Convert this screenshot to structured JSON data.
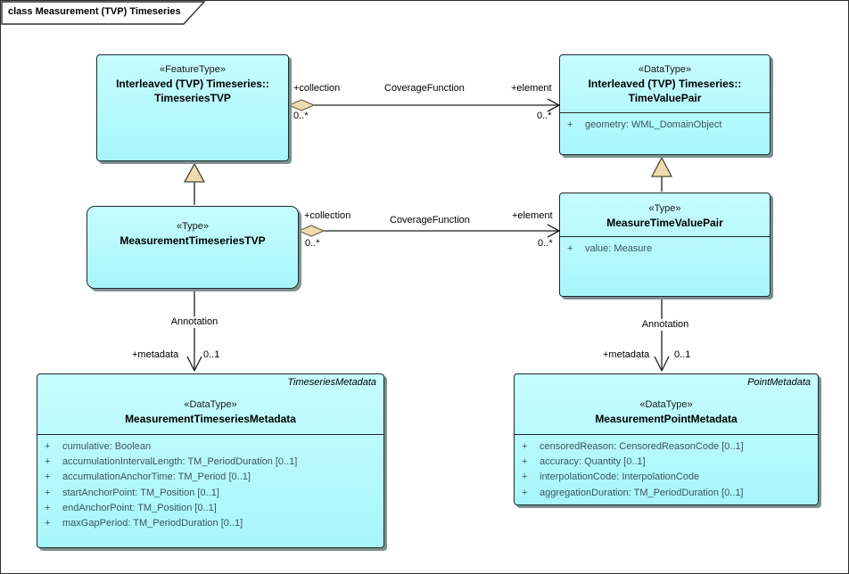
{
  "frame": {
    "title": "class Measurement (TVP) Timeseries"
  },
  "classes": {
    "timeseries_tvp": {
      "stereotype": "«FeatureType»",
      "name_lines": [
        "Interleaved (TVP) Timeseries::",
        "TimeseriesTVP"
      ]
    },
    "time_value_pair": {
      "stereotype": "«DataType»",
      "name_lines": [
        "Interleaved (TVP) Timeseries::",
        "TimeValuePair"
      ],
      "attributes": [
        {
          "vis": "+",
          "text": "geometry: WML_DomainObject"
        }
      ]
    },
    "measurement_timeseries_tvp": {
      "stereotype": "«Type»",
      "name_lines": [
        "MeasurementTimeseriesTVP"
      ]
    },
    "measure_time_value_pair": {
      "stereotype": "«Type»",
      "name_lines": [
        "MeasureTimeValuePair"
      ],
      "attributes": [
        {
          "vis": "+",
          "text": "value: Measure"
        }
      ]
    },
    "measurement_timeseries_metadata": {
      "corner_label": "TimeseriesMetadata",
      "stereotype": "«DataType»",
      "name_lines": [
        "MeasurementTimeseriesMetadata"
      ],
      "attributes": [
        {
          "vis": "+",
          "text": "cumulative: Boolean"
        },
        {
          "vis": "+",
          "text": "accumulationIntervalLength: TM_PeriodDuration [0..1]"
        },
        {
          "vis": "+",
          "text": "accumulationAnchorTime: TM_Period [0..1]"
        },
        {
          "vis": "+",
          "text": "startAnchorPoint: TM_Position [0..1]"
        },
        {
          "vis": "+",
          "text": "endAnchorPoint: TM_Position [0..1]"
        },
        {
          "vis": "+",
          "text": "maxGapPeriod: TM_PeriodDuration [0..1]"
        }
      ]
    },
    "measurement_point_metadata": {
      "corner_label": "PointMetadata",
      "stereotype": "«DataType»",
      "name_lines": [
        "MeasurementPointMetadata"
      ],
      "attributes": [
        {
          "vis": "+",
          "text": "censoredReason: CensoredReasonCode [0..1]"
        },
        {
          "vis": "+",
          "text": "accuracy: Quantity [0..1]"
        },
        {
          "vis": "+",
          "text": "interpolationCode: InterpolationCode"
        },
        {
          "vis": "+",
          "text": "aggregationDuration: TM_PeriodDuration [0..1]"
        }
      ]
    }
  },
  "connectors": {
    "coverage_top": {
      "label": "CoverageFunction",
      "source_role": "+collection",
      "source_mult": "0..*",
      "target_role": "+element",
      "target_mult": "0..*"
    },
    "coverage_middle": {
      "label": "CoverageFunction",
      "source_role": "+collection",
      "source_mult": "0..*",
      "target_role": "+element",
      "target_mult": "0..*"
    },
    "annotation_left": {
      "label": "Annotation",
      "target_role": "+metadata",
      "target_mult": "0..1"
    },
    "annotation_right": {
      "label": "Annotation",
      "target_role": "+metadata",
      "target_mult": "0..1"
    }
  },
  "colors": {
    "box_fill_top": "#c6fcff",
    "box_fill_bottom": "#a8f6fa",
    "box_border": "#1c2b2b",
    "attribute_text": "#3c555c",
    "aggregation_diamond_fill": "#efdcae",
    "generalization_triangle_fill": "#efdcae",
    "line": "#1f1f1f",
    "shadow": "#7d9090"
  }
}
